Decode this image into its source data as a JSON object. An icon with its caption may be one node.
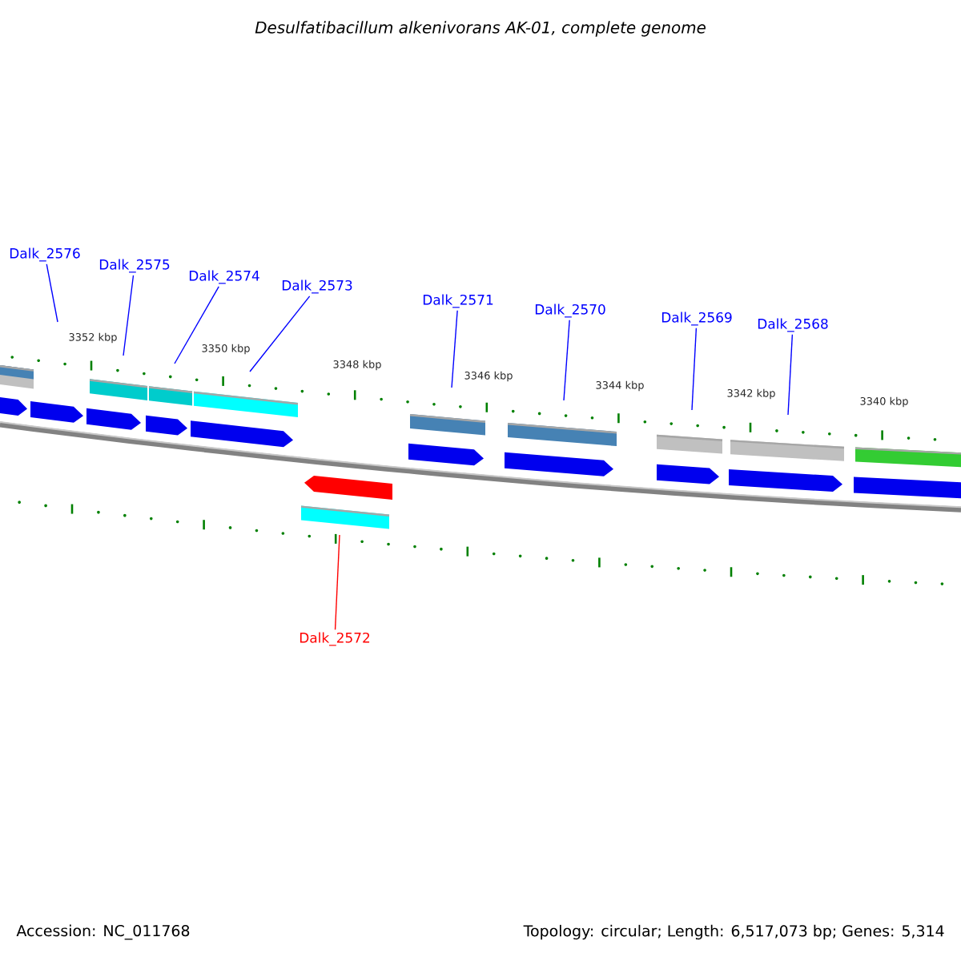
{
  "diagram": {
    "title": "Desulfatibacillum alkenivorans AK-01, complete genome",
    "nodes": [
      {
        "text": [
          "Dalk_2576"
        ]
      },
      {
        "text": [
          "Dalk_2575"
        ]
      },
      {
        "text": [
          "Dalk_2574"
        ]
      },
      {
        "text": [
          "Dalk_2573"
        ]
      },
      {
        "text": [
          "Dalk_2571"
        ]
      },
      {
        "text": [
          "Dalk_2570"
        ]
      },
      {
        "text": [
          "Dalk_2569"
        ]
      },
      {
        "text": [
          "Dalk_2568"
        ]
      },
      {
        "text": [
          "Dalk_2572"
        ]
      }
    ],
    "edges": [
      {
        "from": 0,
        "to": null,
        "arrow": "none"
      },
      {
        "from": 1,
        "to": null,
        "arrow": "none"
      },
      {
        "from": 2,
        "to": null,
        "arrow": "none"
      },
      {
        "from": 3,
        "to": null,
        "arrow": "none"
      },
      {
        "from": 4,
        "to": null,
        "arrow": "none"
      },
      {
        "from": 5,
        "to": null,
        "arrow": "none"
      },
      {
        "from": 6,
        "to": null,
        "arrow": "none"
      },
      {
        "from": 7,
        "to": null,
        "arrow": "none"
      },
      {
        "from": 8,
        "to": null,
        "arrow": "none",
        "color": "#ff0000"
      }
    ],
    "labels": [
      "3352 kbp",
      "3350 kbp",
      "3348 kbp",
      "3346 kbp",
      "3344 kbp",
      "3342 kbp",
      "3340 kbp",
      "Accession: NC_011768",
      "Topology: circular; Length: 6,517,073 bp; Genes: 5,314"
    ]
  }
}
